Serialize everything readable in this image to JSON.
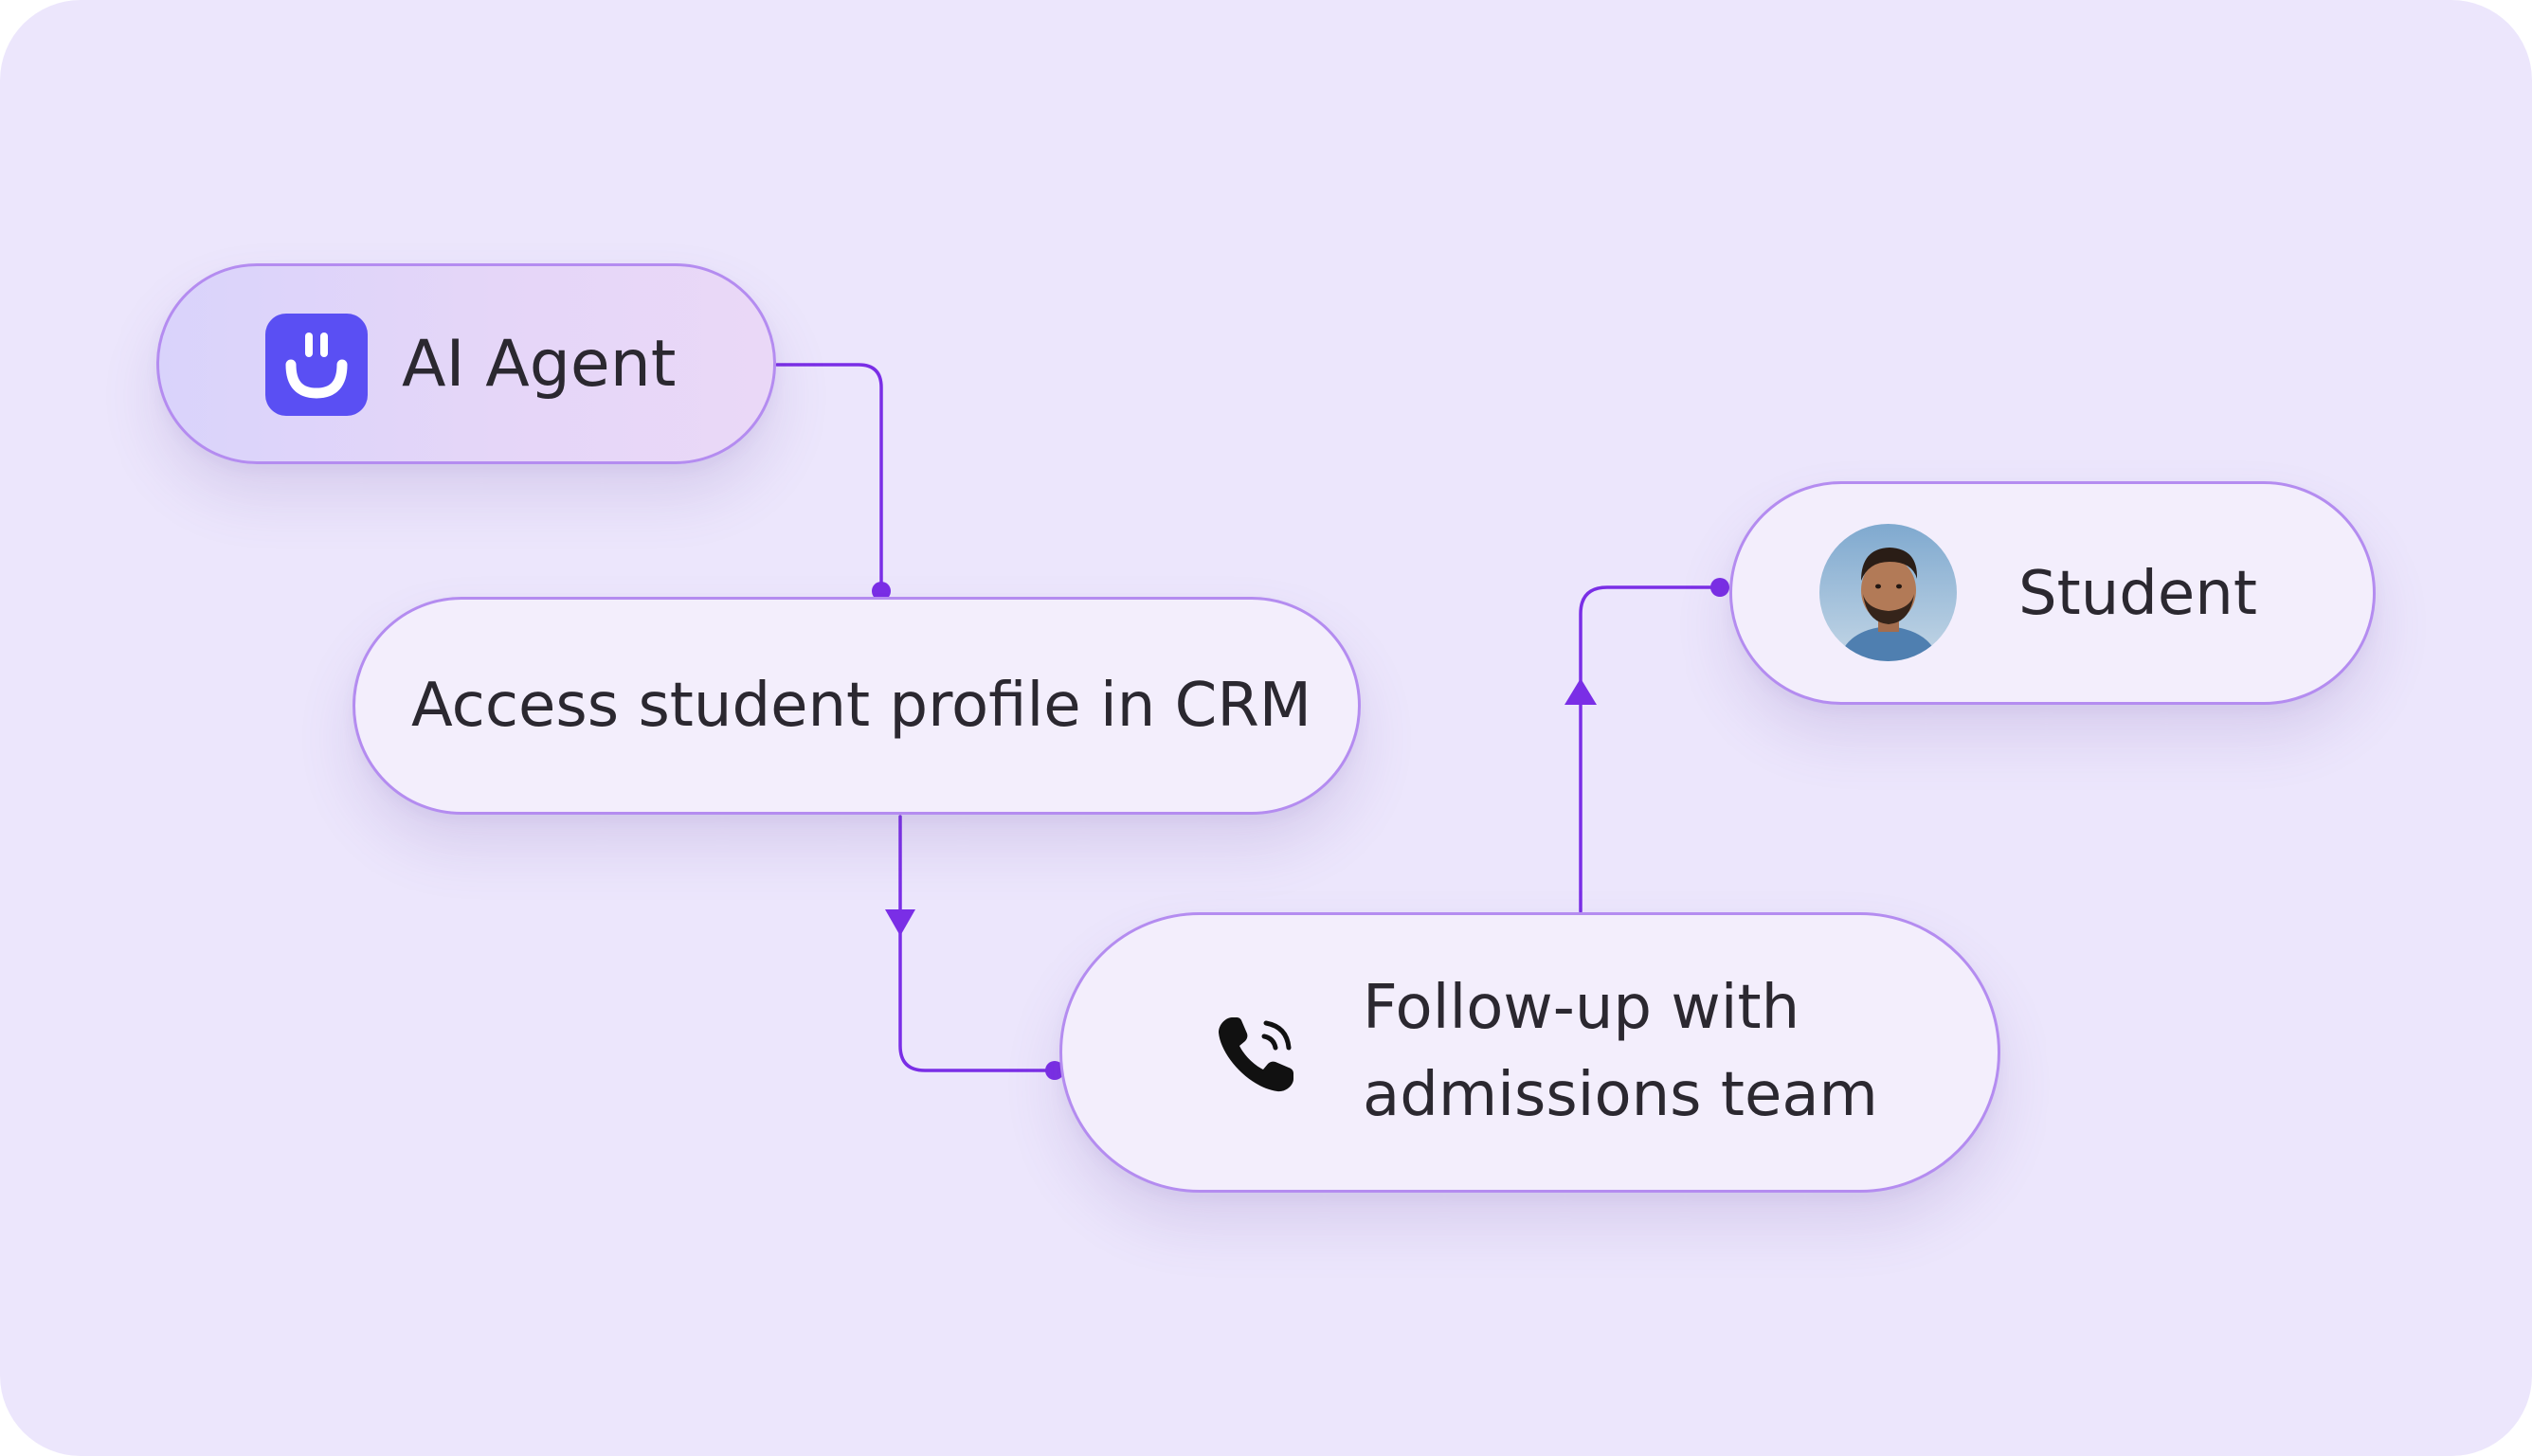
{
  "nodes": {
    "agent": {
      "label": "AI Agent",
      "icon": "smiley-logo-icon"
    },
    "crm": {
      "label": "Access student profile in CRM"
    },
    "followup": {
      "line1": "Follow-up with",
      "line2": "admissions team",
      "icon": "phone-call-icon"
    },
    "student": {
      "label": "Student",
      "avatar": "student-avatar-photo"
    }
  },
  "connectors": [
    {
      "from": "agent",
      "to": "crm"
    },
    {
      "from": "crm",
      "to": "followup"
    },
    {
      "from": "followup",
      "to": "student"
    }
  ],
  "colors": {
    "background": "#ece6fc",
    "pill_fill": "#f3eefc",
    "pill_border": "#b48cf0",
    "connector": "#7a2ee6",
    "logo": "#5a4ff3",
    "text": "#2b2830"
  }
}
